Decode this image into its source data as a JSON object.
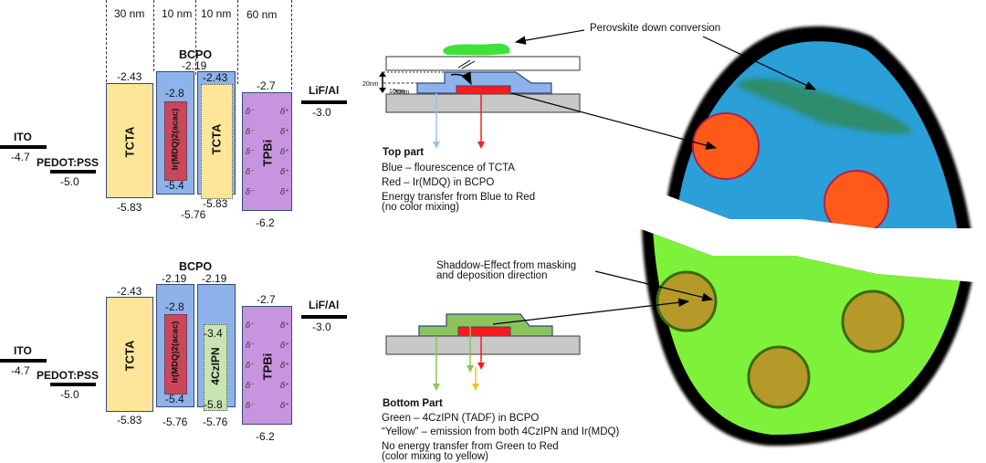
{
  "top_diagram": {
    "thickness_labels": [
      "30 nm",
      "10 nm",
      "10 nm",
      "60 nm"
    ],
    "ito": {
      "label": "ITO",
      "value": "-4.7"
    },
    "pedot": {
      "label": "PEDOT:PSS",
      "value": "-5.0"
    },
    "tcta": {
      "label": "TCTA",
      "lumo": "-2.43",
      "homo": "-5.83"
    },
    "bcpo_title": "BCPO",
    "bcpo_lumo": "-2.19",
    "bcpo_homo": "-5.76",
    "ir_dopant": {
      "label": "Ir(MDQ)2(acac)",
      "lumo": "-2.8",
      "homo": "-5.4"
    },
    "tcta2": {
      "label": "TCTA",
      "lumo": "-2.43",
      "homo": "-5.83"
    },
    "tpbi": {
      "label": "TPBi",
      "lumo": "-2.7",
      "homo": "-6.2"
    },
    "lif": {
      "label": "LiF/Al",
      "value": "-3.0"
    }
  },
  "bottom_diagram": {
    "ito": {
      "label": "ITO",
      "value": "-4.7"
    },
    "pedot": {
      "label": "PEDOT:PSS",
      "value": "-5.0"
    },
    "tcta": {
      "label": "TCTA",
      "lumo": "-2.43",
      "homo": "-5.83"
    },
    "bcpo_title": "BCPO",
    "bcpo1": {
      "lumo": "-2.19",
      "homo": "-5.76"
    },
    "bcpo2": {
      "lumo": "-2.19",
      "homo": "-5.76"
    },
    "ir_dopant": {
      "label": "Ir(MDQ)2(acac)",
      "lumo": "-2.8",
      "homo": "-5.4"
    },
    "czipn": {
      "label": "4CzIPN",
      "lumo": "-3.4",
      "homo": "-5.8"
    },
    "tpbi": {
      "label": "TPBi",
      "lumo": "-2.7",
      "homo": "-6.2"
    },
    "lif": {
      "label": "LiF/Al",
      "value": "-3.0"
    }
  },
  "delta": {
    "minus": "δ⁻",
    "plus": "δ⁺"
  },
  "cross_section_top": {
    "dim_20": "20nm",
    "dim_10": "10nm",
    "callout": "Perovskite down conversion",
    "heading": "Top part",
    "lines": [
      "Blue – flourescence of TCTA",
      "Red – Ir(MDQ) in BCPO",
      "Energy transfer from Blue to Red",
      "(no color mixing)"
    ]
  },
  "cross_section_bottom": {
    "callout_line1": "Shaddow-Effect from masking",
    "callout_line2": "and deposition direction",
    "heading": "Bottom Part",
    "lines": [
      "Green – 4CzIPN (TADF) in BCPO",
      "“Yellow” – emission from both 4CzIPN and Ir(MDQ)",
      "No energy transfer from Green to Red",
      "(color mixing to yellow)"
    ]
  },
  "colors": {
    "tcta": "#fde59a",
    "bcpo": "#8db3ea",
    "ir": "#c8475a",
    "czipn": "#c9e3b5",
    "tpbi": "#c994df",
    "photo_blue": "#2a9fd8",
    "photo_green": "#7ef23a",
    "photo_orange": "#ff6a1a",
    "photo_olive": "#b59a2a"
  }
}
